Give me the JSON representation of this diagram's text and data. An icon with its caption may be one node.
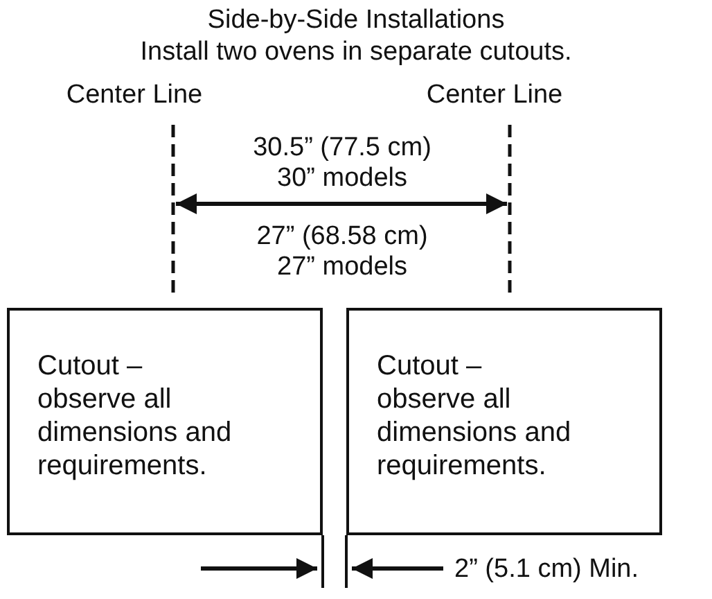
{
  "diagram": {
    "title": "Side-by-Side Installations",
    "nodes": [
      {
        "text": [
          "Cutout – observe all dimensions and requirements."
        ]
      },
      {
        "text": [
          "Cutout – observe all dimensions and requirements."
        ]
      }
    ],
    "labels": [
      "Install two ovens in separate cutouts.",
      "Center Line",
      "Center Line",
      "30.5” (77.5 cm)",
      "30” models",
      "27” (68.58 cm)",
      "27” models",
      "2” (5.1 cm) Min."
    ]
  }
}
